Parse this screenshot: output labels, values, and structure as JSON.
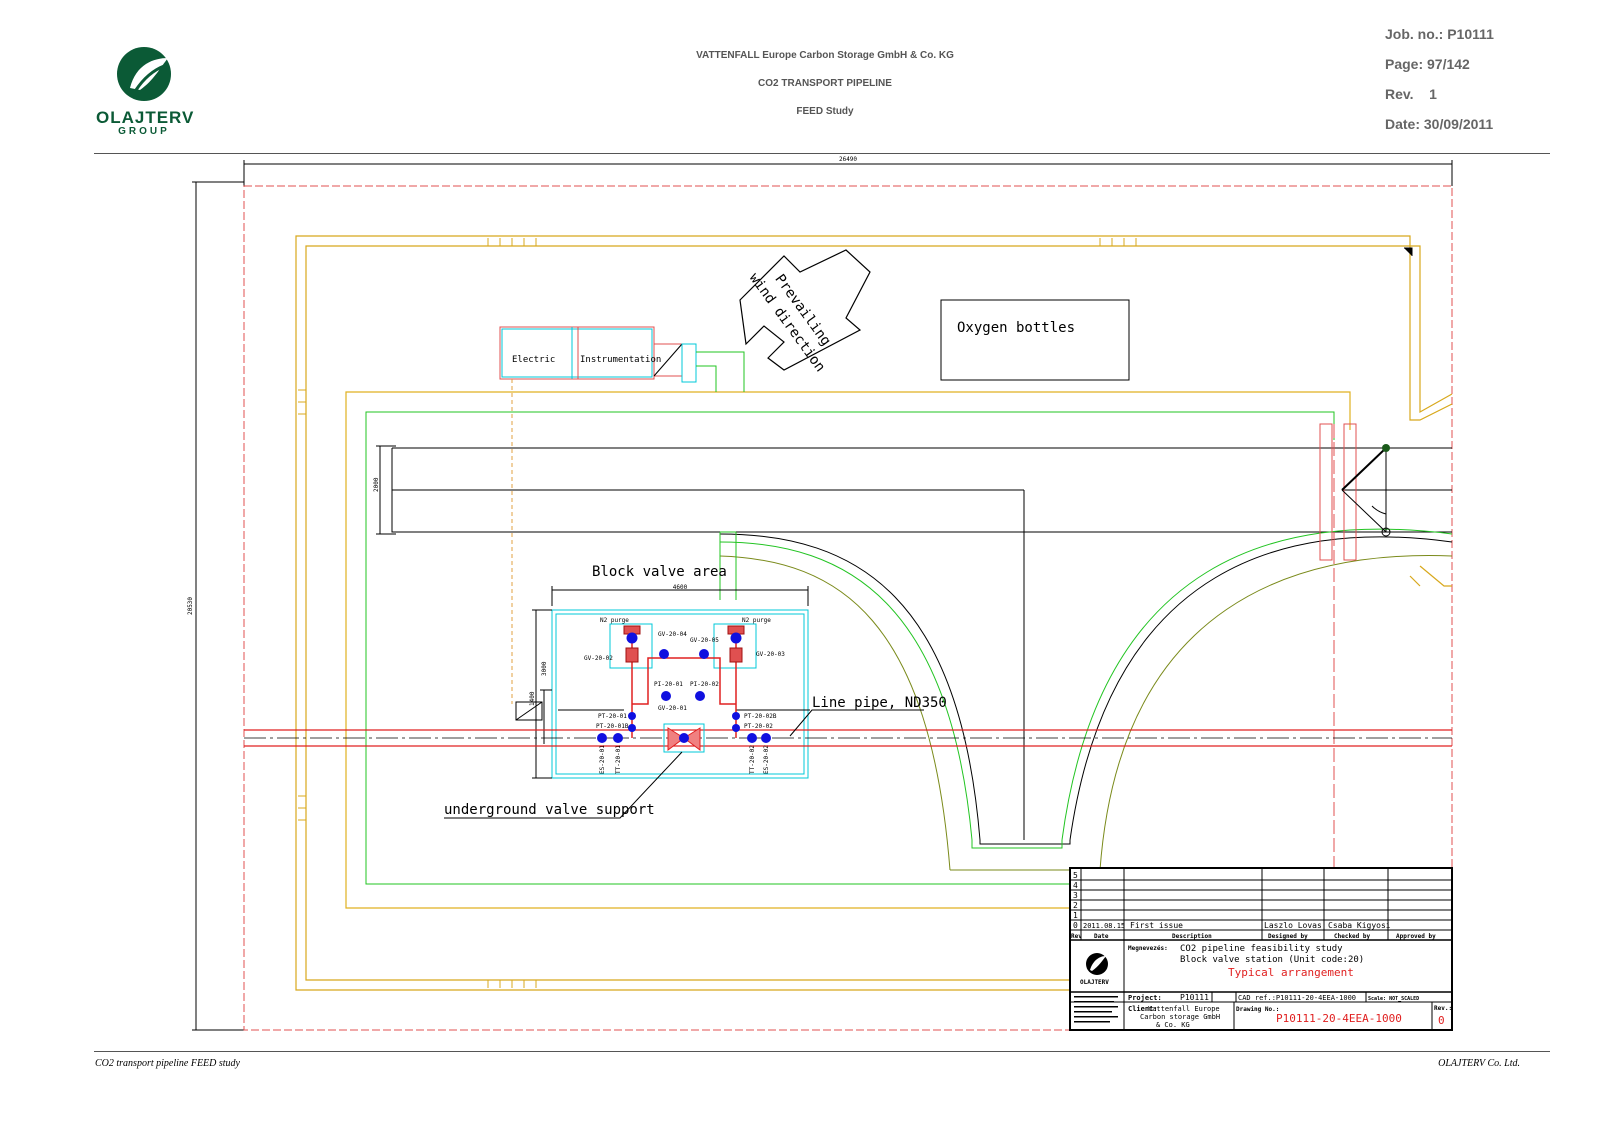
{
  "header": {
    "logo_name": "OLAJTERV",
    "logo_group": "GROUP",
    "company": "VATTENFALL Europe Carbon Storage GmbH & Co. KG",
    "project": "CO2 TRANSPORT PIPELINE",
    "study": "FEED Study",
    "job_no": "Job. no.: P10111",
    "page": "Page:  97/142",
    "rev": "Rev.    1",
    "date": "Date: 30/09/2011"
  },
  "drawing": {
    "dim_width": "26490",
    "dim_height": "20530",
    "dim_road": "2000",
    "dim_area_w": "4600",
    "dim_area_h": "3000",
    "dim_small": "1400",
    "wind_label_1": "Prevailing",
    "wind_label_2": "wind direction",
    "oxygen": "Oxygen bottles",
    "electric": "Electric",
    "instrumentation": "Instrumentation",
    "block_valve_area": "Block valve area",
    "line_pipe": "Line pipe, ND350",
    "valve_support": "underground valve support",
    "tags": {
      "n2_purge_l": "N2 purge",
      "n2_purge_r": "N2 purge",
      "gv_02": "GV-20-02",
      "gv_03": "GV-20-03",
      "gv_04": "GV-20-04",
      "gv_05": "GV-20-05",
      "gv_01": "GV-20-01",
      "pi_01": "PI-20-01",
      "pi_02": "PI-20-02",
      "pt_01": "PT-20-01",
      "pt_01b": "PT-20-01B",
      "pt_02": "PT-20-02",
      "pt_02b": "PT-20-02B",
      "es_01": "ES-20-01",
      "tt_01": "TT-20-01",
      "es_02": "ES-20-02",
      "tt_02": "TT-20-02"
    }
  },
  "title_block": {
    "rev_numbers": [
      "5",
      "4",
      "3",
      "2",
      "1",
      "0"
    ],
    "rev0_date": "2011.08.15",
    "rev0_desc": "First issue",
    "rev0_designed": "Laszlo Lovas",
    "rev0_checked": "Csaba Kigyosi",
    "col_rev": "Rev",
    "col_date": "Date",
    "col_desc": "Description",
    "col_designed": "Designed by",
    "col_checked": "Checked by",
    "col_approved": "Approved by",
    "logo_small": "OLAJTERV",
    "title_label": "Megnevezés:",
    "title_1": "CO2 pipeline feasibility study",
    "title_2": "Block valve station (Unit code:20)",
    "title_3": "Typical arrangement",
    "project_label": "Project:",
    "project_value": "P10111",
    "cad_ref": "CAD ref.:P10111-20-4EEA-1000",
    "scale": "Scale: NOT_SCALED",
    "client_label": "Client:",
    "client_1": "Vattenfall Europe",
    "client_2": "Carbon storage GmbH",
    "client_3": "& Co. KG",
    "drawing_no_label": "Drawing No.:",
    "drawing_no": "P10111-20-4EEA-1000",
    "rev_label": "Rev.:",
    "rev_value": "0"
  },
  "footer": {
    "left": "CO2 transport pipeline FEED study",
    "right": "OLAJTERV Co. Ltd."
  },
  "colors": {
    "brand_green": "#0b5a36",
    "fence_yellow": "#d8a81c",
    "inner_yellow": "#e0b020",
    "site_green": "#22c422",
    "pipe_red": "#e02020",
    "boundary_red": "#e05050",
    "cyan": "#00c8d8",
    "blue_marker": "#1010e0",
    "olive": "#7a8a1a"
  }
}
